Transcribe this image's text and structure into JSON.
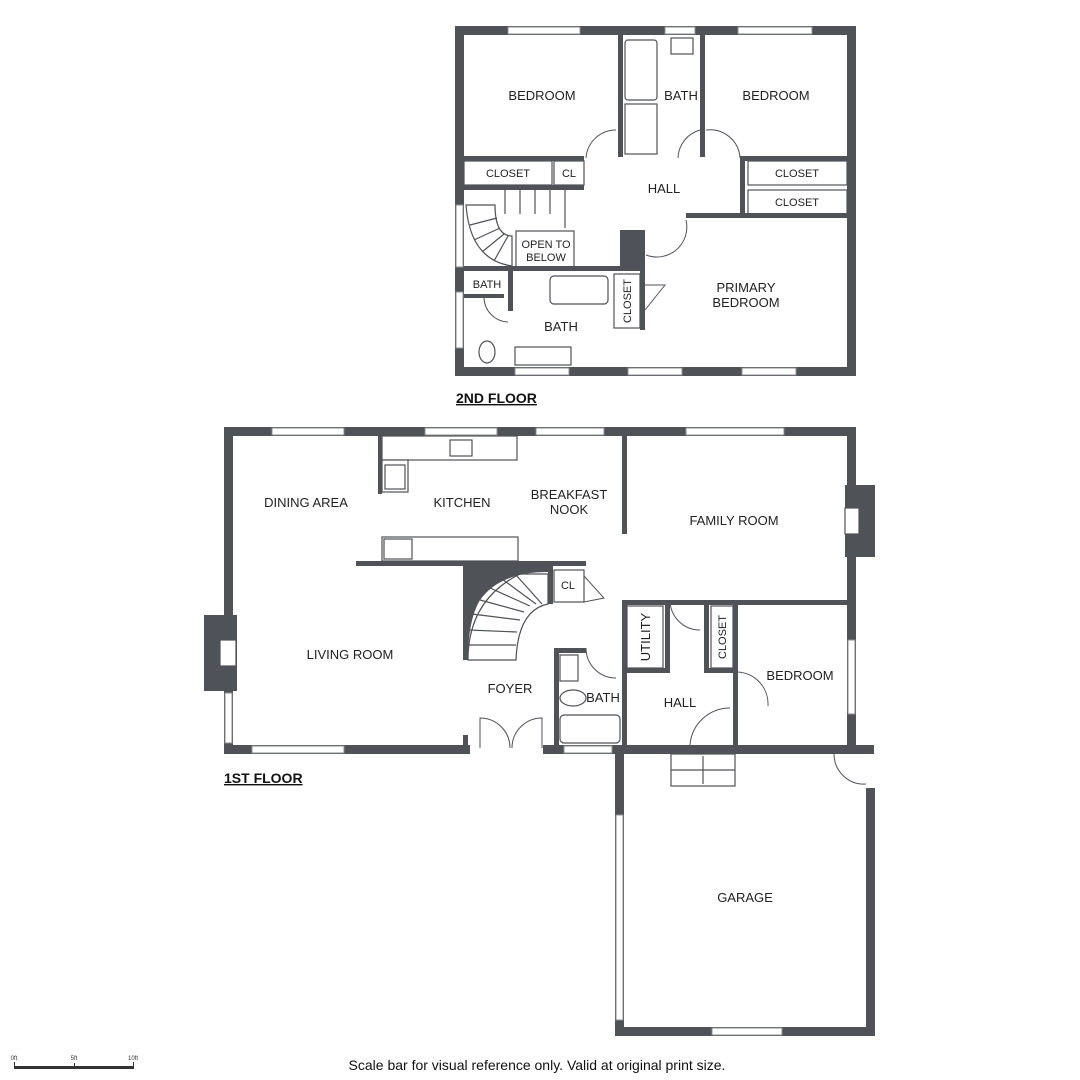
{
  "floors": {
    "second": {
      "title": "2ND FLOOR",
      "rooms": {
        "bedroom_left": "BEDROOM",
        "bath_top": "BATH",
        "bedroom_right": "BEDROOM",
        "closet_left": "CLOSET",
        "cl": "CL",
        "hall": "HALL",
        "closet_right_1": "CLOSET",
        "closet_right_2": "CLOSET",
        "open_to_below_1": "OPEN TO",
        "open_to_below_2": "BELOW",
        "bath_small": "BATH",
        "bath_main": "BATH",
        "closet_vertical": "CLOSET",
        "primary_1": "PRIMARY",
        "primary_2": "BEDROOM"
      }
    },
    "first": {
      "title": "1ST FLOOR",
      "rooms": {
        "dining": "DINING AREA",
        "kitchen": "KITCHEN",
        "breakfast_1": "BREAKFAST",
        "breakfast_2": "NOOK",
        "family": "FAMILY ROOM",
        "cl": "CL",
        "living": "LIVING ROOM",
        "utility": "UTILITY",
        "closet": "CLOSET",
        "bedroom": "BEDROOM",
        "foyer": "FOYER",
        "bath": "BATH",
        "hall": "HALL",
        "garage": "GARAGE"
      }
    }
  },
  "scale_bar": {
    "ticks": [
      "0ft",
      "5ft",
      "10ft"
    ]
  },
  "footer_note": "Scale bar for visual reference only. Valid at original print size."
}
